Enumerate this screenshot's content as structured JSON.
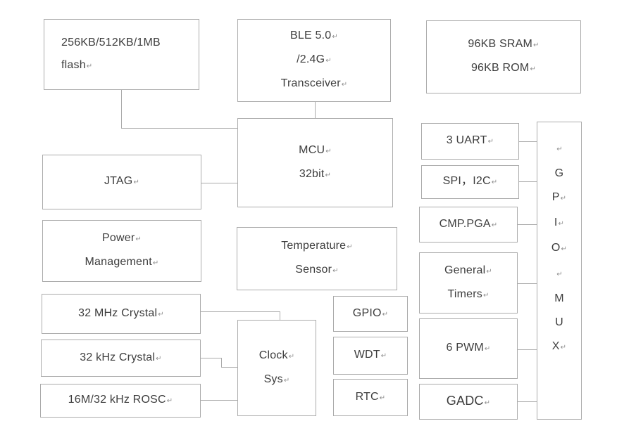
{
  "colors": {
    "background": "#ffffff",
    "border": "#ababab",
    "text": "#3d3d3d",
    "return_mark": "#8f8f8f"
  },
  "blocks": {
    "flash": {
      "lines": [
        "256KB/512KB/1MB",
        "flash↵"
      ]
    },
    "ble": {
      "lines": [
        "BLE 5.0↵",
        "/2.4G↵",
        "Transceiver↵"
      ]
    },
    "sram": {
      "lines": [
        "96KB SRAM↵",
        "96KB ROM↵"
      ]
    },
    "jtag": {
      "lines": [
        "JTAG↵"
      ]
    },
    "mcu": {
      "lines": [
        "MCU↵",
        "32bit↵"
      ]
    },
    "power": {
      "lines": [
        "Power↵",
        "Management↵"
      ]
    },
    "temp_sensor": {
      "lines": [
        "Temperature↵",
        "Sensor↵"
      ]
    },
    "crystal_32mhz": {
      "lines": [
        "32 MHz Crystal↵"
      ]
    },
    "crystal_32khz": {
      "lines": [
        "32 kHz Crystal↵"
      ]
    },
    "rosc": {
      "lines": [
        "16M/32 kHz ROSC↵"
      ]
    },
    "clock_sys": {
      "lines": [
        "Clock↵",
        "Sys↵"
      ]
    },
    "gpio": {
      "lines": [
        "GPIO↵"
      ]
    },
    "wdt": {
      "lines": [
        "WDT↵"
      ]
    },
    "rtc": {
      "lines": [
        "RTC↵"
      ]
    },
    "uart": {
      "lines": [
        "3 UART↵"
      ]
    },
    "spi_i2c": {
      "lines": [
        "SPI，I2C↵"
      ]
    },
    "cmp_pga": {
      "lines": [
        "CMP.PGA↵"
      ]
    },
    "timers": {
      "lines": [
        "General↵",
        "Timers↵"
      ]
    },
    "pwm": {
      "lines": [
        "6 PWM↵"
      ]
    },
    "gadc": {
      "lines": [
        "GADC↵"
      ]
    },
    "gpio_mux": {
      "lines": [
        "↵",
        "G",
        "P↵",
        "I↵",
        "O↵",
        "↵",
        "M",
        "U",
        "X↵"
      ]
    }
  }
}
